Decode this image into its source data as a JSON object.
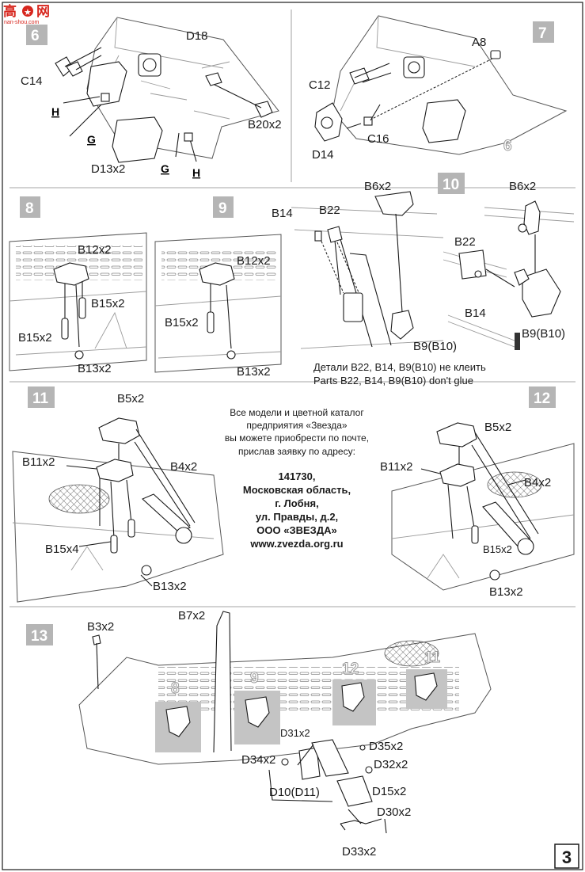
{
  "header_logo": {
    "chars": "高",
    "site_name": "网",
    "site_url": "nan-shou.com"
  },
  "steps": [
    {
      "number": "6",
      "labels": [
        "D18",
        "C14",
        "H",
        "G",
        "D13x2",
        "G",
        "H",
        "B20x2"
      ]
    },
    {
      "number": "7",
      "labels": [
        "A8",
        "C12",
        "D14",
        "C16",
        "6"
      ]
    },
    {
      "number": "8",
      "labels": [
        "B12x2",
        "B15x2",
        "B15x2",
        "B13x2"
      ]
    },
    {
      "number": "9",
      "labels": [
        "B12x2",
        "B15x2",
        "B13x2"
      ]
    },
    {
      "number": "",
      "labels": [
        "B6x2",
        "B14",
        "B22",
        "B9(B10)"
      ]
    },
    {
      "number": "10",
      "labels": [
        "B6x2",
        "B22",
        "B14",
        "B9(B10)"
      ]
    },
    {
      "number": "11",
      "labels": [
        "B5x2",
        "B11x2",
        "B4x2",
        "B15x4",
        "B13x2"
      ]
    },
    {
      "number": "12",
      "labels": [
        "B5x2",
        "B11x2",
        "B4x2",
        "B15x2",
        "B13x2"
      ]
    },
    {
      "number": "13",
      "labels": [
        "B3x2",
        "B7x2",
        "D31x2",
        "D35x2",
        "D34x2",
        "D32x2",
        "D10(D11)",
        "D15x2",
        "D30x2",
        "D33x2"
      ]
    }
  ],
  "step13_ghost_numbers": [
    "8",
    "9",
    "12",
    "11"
  ],
  "glue_note": {
    "ru": "Детали B22, B14, B9(B10) не клеить",
    "en": "Parts B22, B14, B9(B10) don't glue"
  },
  "catalog_text": [
    "Все модели и цветной каталог",
    "предприятия «Звезда»",
    "вы можете приобрести по почте,",
    "прислав заявку по адресу:"
  ],
  "address": [
    "141730,",
    "Московская область,",
    "г. Лобня,",
    "ул. Правды, д.2,",
    "ООО «ЗВЕЗДА»",
    "www.zvezda.org.ru"
  ],
  "page_number": "3",
  "colors": {
    "step_box": "#b5b5b5",
    "ink": "#1a1a1a",
    "logo_red": "#d7261e",
    "highlight": "#c4c4c4"
  }
}
